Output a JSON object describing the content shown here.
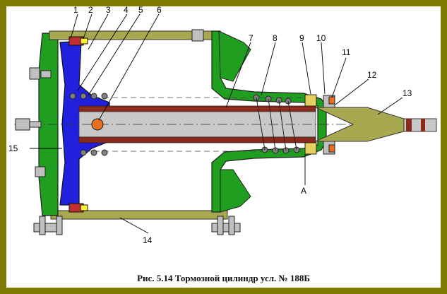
{
  "figure": {
    "caption": "Рис.  5.14   Тормозной цилиндр усл. № 188Б",
    "callouts": {
      "n1": "1",
      "n2": "2",
      "n3": "3",
      "n4": "4",
      "n5": "5",
      "n6": "6",
      "n7": "7",
      "n8": "8",
      "n9": "9",
      "n10": "10",
      "n11": "11",
      "n12": "12",
      "n13": "13",
      "n14": "14",
      "n15": "15",
      "a": "А"
    },
    "colors": {
      "frame": "#7e7a00",
      "housing": "#1f9e1f",
      "piston": "#2020dd",
      "rod": "#8b2a1a",
      "hollow_rod": "#c8c8c8",
      "extension": "#a8a850",
      "spring": "#808080",
      "bolt": "#bfbfbf",
      "marker": "#e87020"
    }
  }
}
